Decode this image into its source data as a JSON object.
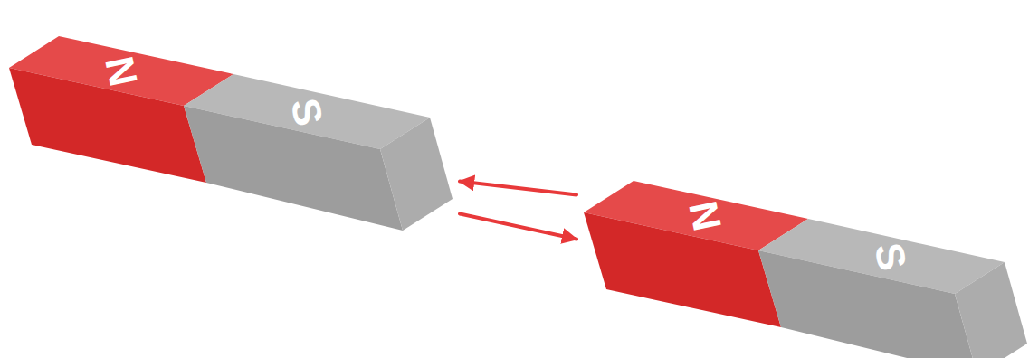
{
  "diagram": {
    "nodes": [
      {
        "text": [
          "N"
        ]
      },
      {
        "text": [
          "S"
        ]
      },
      {
        "text": [
          "N"
        ]
      },
      {
        "text": [
          "S"
        ]
      }
    ],
    "edges": [
      {
        "from": 2,
        "to": 1,
        "arrow": "to"
      },
      {
        "from": 1,
        "to": 2,
        "arrow": "to"
      }
    ]
  }
}
